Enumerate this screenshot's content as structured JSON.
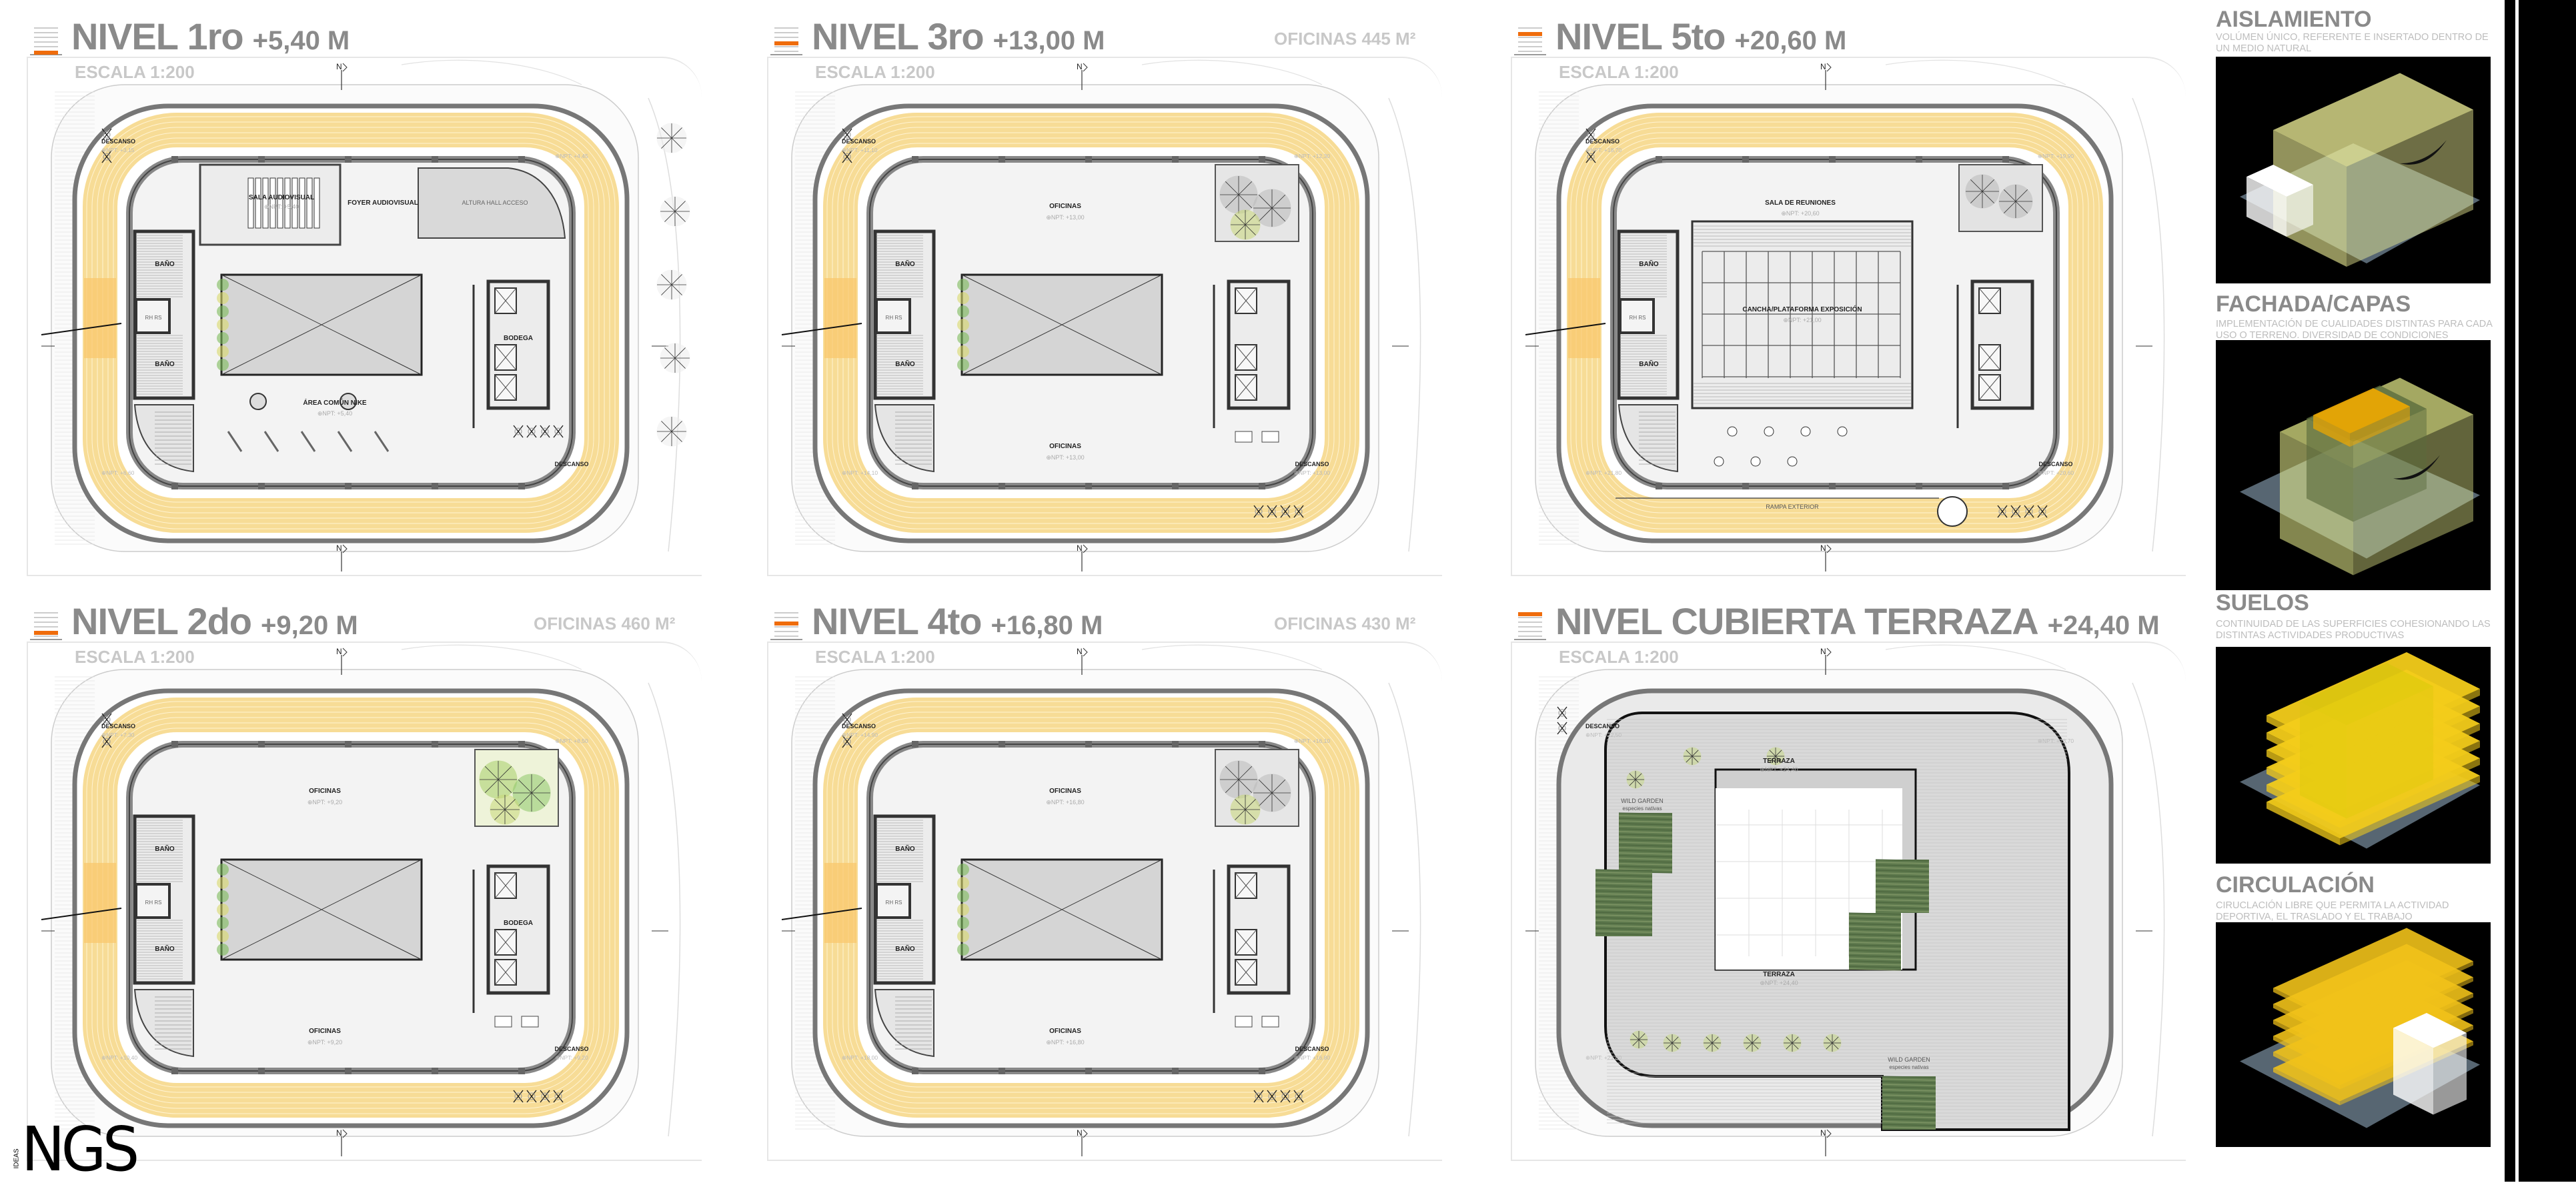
{
  "colors": {
    "accent_orange": "#ef6c0c",
    "track_yellow": "#f7dc96",
    "heading_gray": "#8a8a8a",
    "grass_green": "#5f7a4e"
  },
  "plans": [
    {
      "title": "NIVEL 1ro",
      "level": "+5,40 M",
      "scale": "ESCALA 1:200",
      "area": "",
      "north": "N",
      "type": "ground",
      "descanso_tl": {
        "label": "DESCANSO",
        "npt": "⊕NPT: +3,15"
      },
      "npt_tr": "⊕NPT: +4,45",
      "npt_bl": "⊕NPT: +6,60",
      "descanso_br": {
        "label": "DESCANSO",
        "npt": ""
      },
      "rooms": [
        {
          "label": "SALA AUDIOVISUAL",
          "npt": "⊕NPT: +5,40"
        },
        {
          "label": "FOYER AUDIOVISUAL",
          "npt": ""
        },
        {
          "label": "ALTURA HALL ACCESO",
          "npt": ""
        },
        {
          "label": "BODEGA",
          "npt": ""
        },
        {
          "label": "ÁREA COMÚN NIKE",
          "npt": "⊕NPT: +5,40"
        }
      ],
      "bath": "BAÑO",
      "rhrs": "RH RS"
    },
    {
      "title": "NIVEL 3ro",
      "level": "+13,00 M",
      "scale": "ESCALA 1:200",
      "area": "OFICINAS 445 M²",
      "north": "N",
      "type": "office",
      "descanso_tl": {
        "label": "DESCANSO",
        "npt": "⊕NPT: +11,10"
      },
      "npt_tr": "⊕NPT: +12,30",
      "npt_bl": "⊕NPT: +14,10",
      "descanso_br": {
        "label": "DESCANSO",
        "npt": "⊕NPT: +13,00"
      },
      "rooms": [
        {
          "label": "OFICINAS",
          "npt": "⊕NPT: +13,00"
        },
        {
          "label": "OFICINAS",
          "npt": "⊕NPT: +13,00"
        }
      ],
      "bath": "BAÑO",
      "rhrs": "RH RS"
    },
    {
      "title": "NIVEL 5to",
      "level": "+20,60 M",
      "scale": "ESCALA 1:200",
      "area": "",
      "north": "N",
      "type": "court",
      "descanso_tl": {
        "label": "DESCANSO",
        "npt": "⊕NPT: +18,70"
      },
      "npt_tr": "⊕NPT: +19,90",
      "npt_bl": "⊕NPT: +21,80",
      "descanso_br": {
        "label": "DESCANSO",
        "npt": "⊕NPT: +20,60"
      },
      "rooms": [
        {
          "label": "SALA DE REUNIONES",
          "npt": "⊕NPT: +20,60"
        },
        {
          "label": "CANCHA/PLATAFORMA EXPOSICIÓN",
          "npt": "⊕NPT: +21,00"
        },
        {
          "label": "RAMPA EXTERIOR",
          "npt": ""
        }
      ],
      "bath": "BAÑO",
      "rhrs": "RH RS"
    },
    {
      "title": "NIVEL 2do",
      "level": "+9,20 M",
      "scale": "ESCALA 1:200",
      "area": "OFICINAS 460 M²",
      "north": "N",
      "type": "office2",
      "descanso_tl": {
        "label": "DESCANSO",
        "npt": "⊕NPT: +7,30"
      },
      "npt_tr": "⊕NPT: +8,50",
      "npt_bl": "⊕NPT: +10,40",
      "descanso_br": {
        "label": "DESCANSO",
        "npt": "⊕NPT: +9,20"
      },
      "rooms": [
        {
          "label": "OFICINAS",
          "npt": "⊕NPT: +9,20"
        },
        {
          "label": "OFICINAS",
          "npt": "⊕NPT: +9,20"
        },
        {
          "label": "BODEGA",
          "npt": ""
        }
      ],
      "bath": "BAÑO",
      "rhrs": "RH RS"
    },
    {
      "title": "NIVEL 4to",
      "level": "+16,80 M",
      "scale": "ESCALA 1:200",
      "area": "OFICINAS 430 M²",
      "north": "N",
      "type": "office",
      "descanso_tl": {
        "label": "DESCANSO",
        "npt": "⊕NPT: +14,90"
      },
      "npt_tr": "⊕NPT: +16,10",
      "npt_bl": "⊕NPT: +18,00",
      "descanso_br": {
        "label": "DESCANSO",
        "npt": "⊕NPT: +16,80"
      },
      "rooms": [
        {
          "label": "OFICINAS",
          "npt": "⊕NPT: +16,80"
        },
        {
          "label": "OFICINAS",
          "npt": "⊕NPT: +16,80"
        }
      ],
      "bath": "BAÑO",
      "rhrs": "RH RS"
    },
    {
      "title": "NIVEL CUBIERTA TERRAZA",
      "level": "+24,40 M",
      "scale": "ESCALA 1:200",
      "area": "",
      "north": "N",
      "type": "roof",
      "descanso_tl": {
        "label": "DESCANSO",
        "npt": "⊕NPT: +22,50"
      },
      "npt_tr": "⊕NPT: +23,70",
      "npt_bl": "⊕NPT: +21,80",
      "descanso_br": {
        "label": "",
        "npt": ""
      },
      "rooms": [
        {
          "label": "TERRAZA",
          "npt": "⊕NPT: +24,40"
        },
        {
          "label": "TERRAZA",
          "npt": "⊕NPT: +24,40"
        },
        {
          "label": "WILD GARDEN",
          "npt": "especies nativas"
        },
        {
          "label": "WILD GARDEN",
          "npt": "especies nativas"
        }
      ],
      "bath": "",
      "rhrs": ""
    }
  ],
  "concepts": [
    {
      "title": "AISLAMIENTO",
      "desc": "VOLÚMEN ÚNICO, REFERENTE E INSERTADO DENTRO DE UN MEDIO NATURAL"
    },
    {
      "title": "FACHADA/CAPAS",
      "desc": "IMPLEMENTACIÓN DE CUALIDADES DISTINTAS PARA CADA USO O TERRENO. DIVERSIDAD DE CONDICIONES"
    },
    {
      "title": "SUELOS",
      "desc": "CONTINUIDAD DE LAS SUPERFICIES COHESIONANDO LAS DISTINTAS ACTIVIDADES PRODUCTIVAS"
    },
    {
      "title": "CIRCULACIÓN",
      "desc": "CIRUCLACIÓN LIBRE QUE PERMITA LA ACTIVIDAD DEPORTIVA, EL TRASLADO Y EL TRABAJO"
    }
  ],
  "logo": {
    "text": "NGS",
    "sub": "IDEAS"
  }
}
